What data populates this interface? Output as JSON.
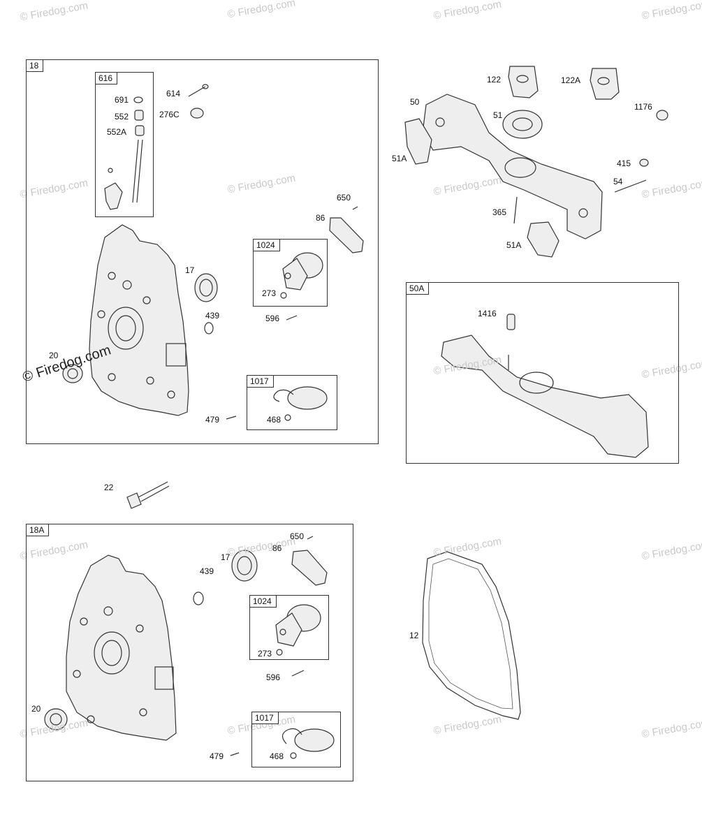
{
  "watermark_text": "© Firedog.com",
  "groups": {
    "g18": "18",
    "g616": "616",
    "g1024a": "1024",
    "g1017a": "1017",
    "g50a": "50A",
    "g18a": "18A",
    "g1024b": "1024",
    "g1017b": "1017"
  },
  "parts": {
    "p614": "614",
    "p691": "691",
    "p552": "552",
    "p552A": "552A",
    "p276C": "276C",
    "p650a": "650",
    "p86a": "86",
    "p17a": "17",
    "p273a": "273",
    "p439a": "439",
    "p596a": "596",
    "p20a": "20",
    "p479a": "479",
    "p468a": "468",
    "p122": "122",
    "p122A": "122A",
    "p50": "50",
    "p51": "51",
    "p1176": "1176",
    "p51Aa": "51A",
    "p415": "415",
    "p54": "54",
    "p365": "365",
    "p51Ab": "51A",
    "p1416": "1416",
    "p22": "22",
    "p650b": "650",
    "p86b": "86",
    "p17b": "17",
    "p439b": "439",
    "p273b": "273",
    "p596b": "596",
    "p20b": "20",
    "p479b": "479",
    "p468b": "468",
    "p12": "12"
  }
}
